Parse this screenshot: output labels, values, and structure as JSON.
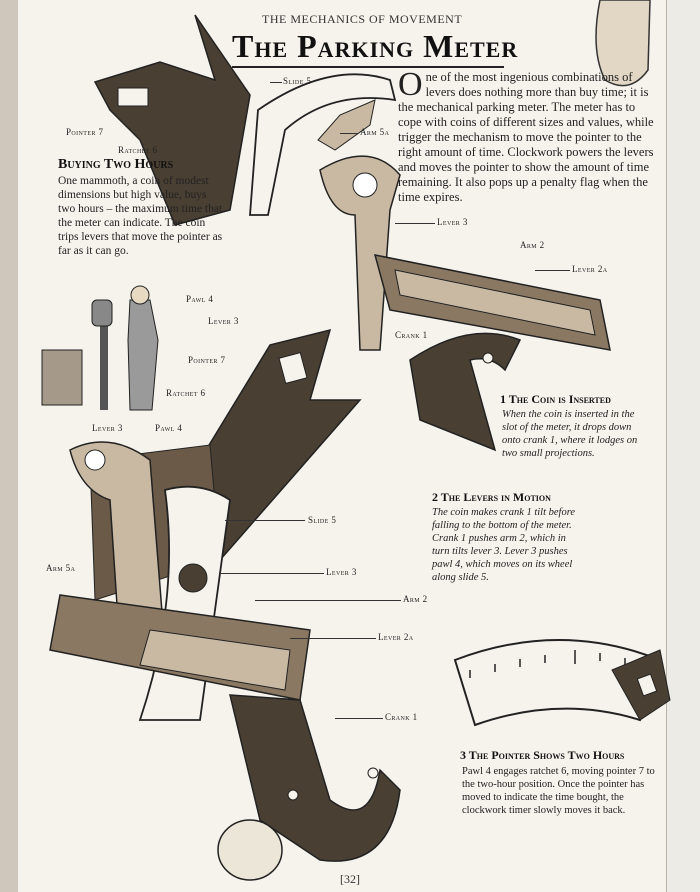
{
  "header": "THE MECHANICS OF MOVEMENT",
  "title": "The Parking Meter",
  "intro": "One of the most ingenious combinations of levers does nothing more than buy time; it is the mechanical parking meter. The meter has to cope with coins of different sizes and values, while trigger the mechanism to move the pointer to the right amount of time. Clockwork powers the levers and moves the pointer to show the amount of time remaining. It also pops up a penalty flag when the time expires.",
  "buying": {
    "heading": "Buying Two Hours",
    "text": "One mammoth, a coin of modest dimensions but high value, buys two hours – the maximum time that the meter can indicate. The coin trips levers that move the pointer as far as it can go."
  },
  "steps": [
    {
      "heading": "1 The Coin is Inserted",
      "text": "When the coin is inserted in the slot of the meter, it drops down onto crank 1, where it lodges on two small projections."
    },
    {
      "heading": "2 The Levers in Motion",
      "text": "The coin makes crank 1 tilt before falling to the bottom of the meter. Crank 1 pushes arm 2, which in turn tilts lever 3. Lever 3 pushes pawl 4, which moves on its wheel along slide 5."
    },
    {
      "heading": "3 The Pointer Shows Two Hours",
      "text": "Pawl 4 engages ratchet 6, moving pointer 7 to the two-hour position. Once the pointer has moved to indicate the time bought, the clockwork timer slowly moves it back."
    }
  ],
  "labels": {
    "slide5_top": "Slide 5",
    "arm5a_top": "Arm 5a",
    "pointer7_top": "Pointer 7",
    "ratchet6_top": "Ratchet 6",
    "lever3_top": "Lever 3",
    "arm2_top": "Arm 2",
    "lever2a_top": "Lever 2a",
    "pawl4_top": "Pawl 4",
    "lever3_mid": "Lever 3",
    "crank1_top": "Crank 1",
    "pointer7_mid": "Pointer 7",
    "ratchet6_mid": "Ratchet 6",
    "lever3_low": "Lever 3",
    "pawl4_low": "Pawl 4",
    "slide5_low": "Slide 5",
    "arm5a_low": "Arm 5a",
    "lever3_low2": "Lever 3",
    "arm2_low": "Arm 2",
    "lever2a_low": "Lever 2a",
    "crank1_low": "Crank 1"
  },
  "page_number": "[32]",
  "colors": {
    "paper": "#f6f3ec",
    "ink": "#222222",
    "dark_part": "#4a3f33",
    "light_part": "#c9b9a3"
  }
}
